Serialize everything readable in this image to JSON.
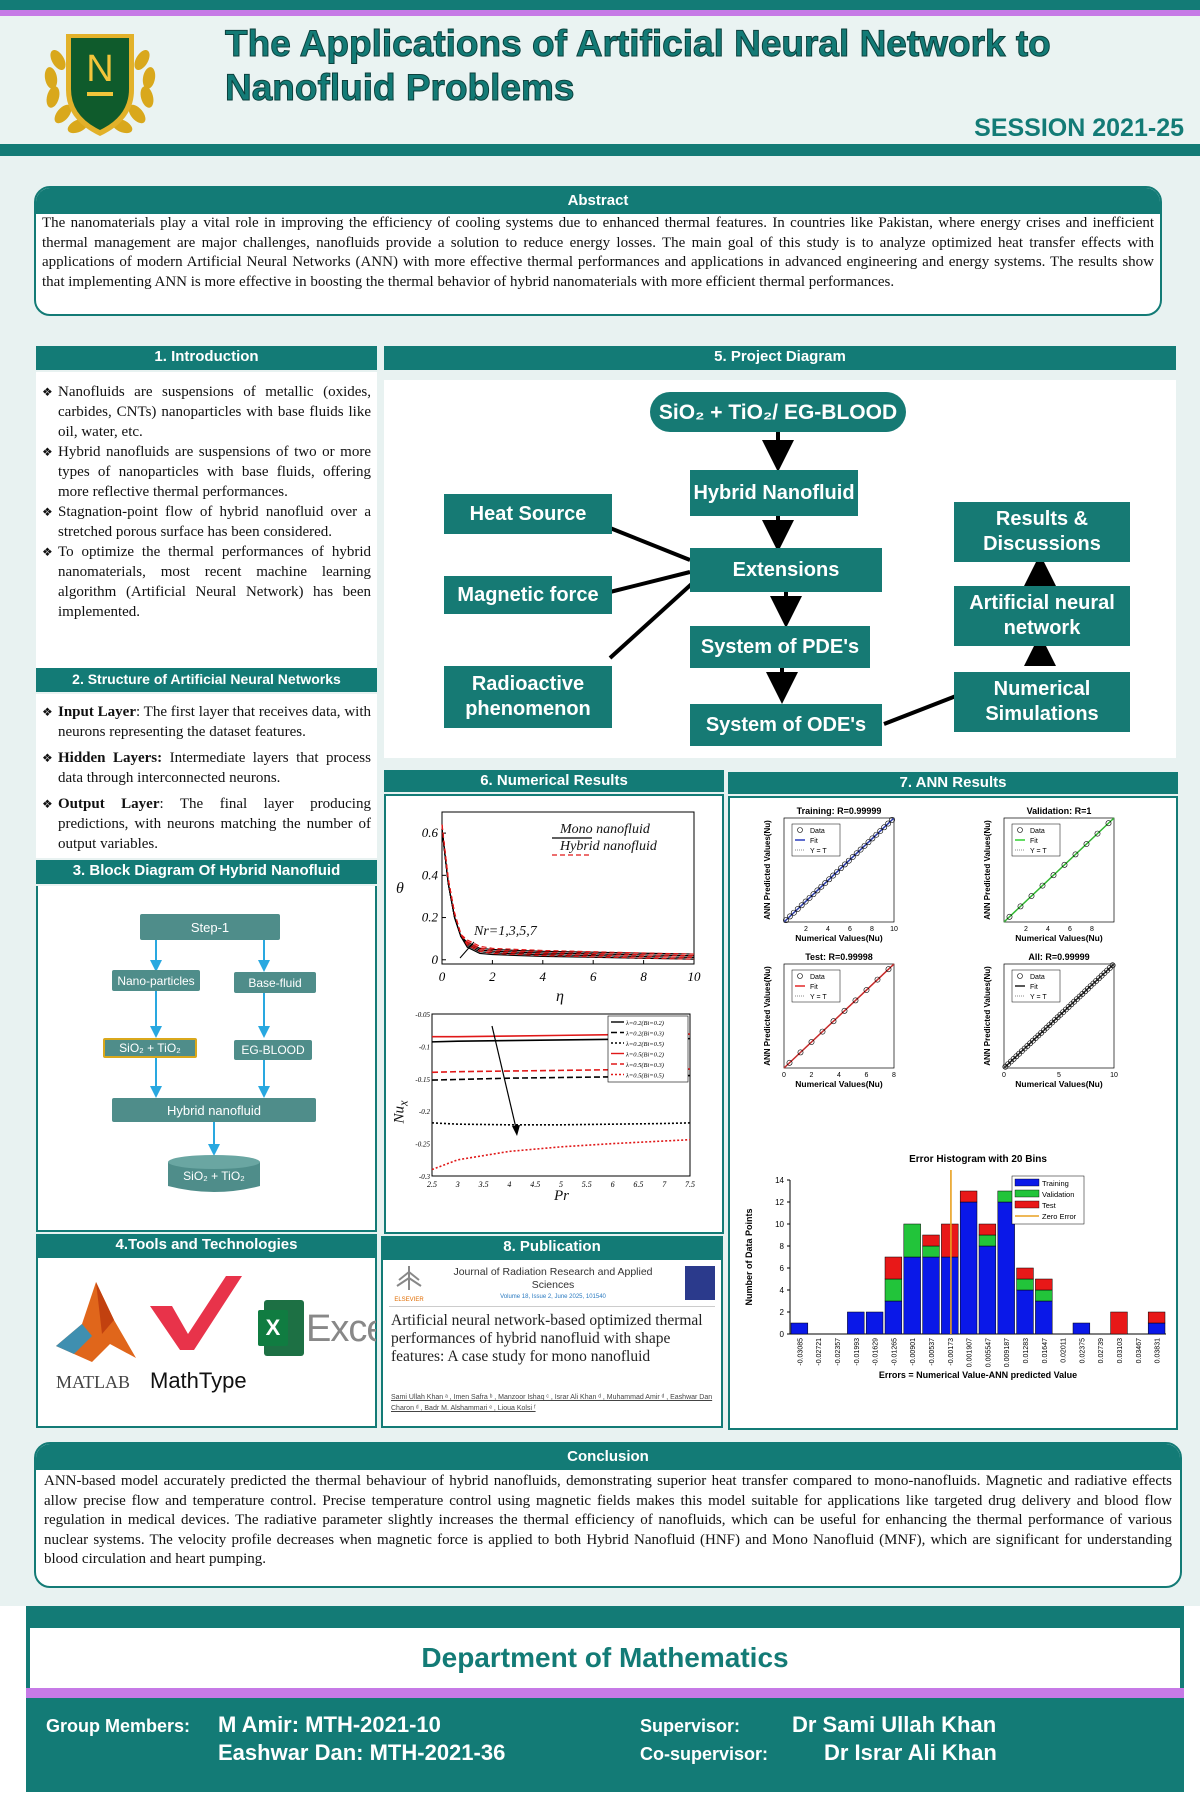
{
  "header": {
    "logo_letter": "N",
    "title_line1": "The Applications of Artificial Neural Network to",
    "title_line2": "Nanofluid Problems",
    "session": "SESSION 2021-25"
  },
  "abstract": {
    "heading": "Abstract",
    "text": "The nanomaterials play a vital role in improving the efficiency of cooling systems due to enhanced thermal features. In countries like Pakistan, where energy crises and inefficient thermal management are major challenges, nanofluids provide a solution to reduce energy losses. The main goal of this study is to analyze optimized heat transfer effects with applications of modern Artificial Neural Networks (ANN) with more effective thermal performances and applications in advanced engineering and energy systems. The results show that implementing ANN is more effective in boosting the thermal behavior of hybrid nanomaterials with more efficient thermal performances."
  },
  "introduction": {
    "heading": "1. Introduction",
    "bullets": [
      "Nanofluids are suspensions of metallic (oxides, carbides, CNTs) nanoparticles with base fluids like oil, water, etc.",
      "Hybrid nanofluids are suspensions of two or more types of nanoparticles with base fluids, offering more reflective thermal performances.",
      "Stagnation-point flow of hybrid nanofluid over a stretched porous surface has been considered.",
      "To optimize the thermal performances of hybrid nanomaterials, most recent machine learning algorithm (Artificial Neural Network) has been implemented."
    ]
  },
  "structure": {
    "heading": "2. Structure of Artificial Neural Networks",
    "items": [
      {
        "term": "Input Layer",
        "desc": ": The first layer that receives data, with neurons representing the dataset features."
      },
      {
        "term": "Hidden Layers:",
        "desc": " Intermediate layers that process data through interconnected neurons."
      },
      {
        "term": "Output Layer",
        "desc": ": The final layer producing predictions, with neurons matching the number of output variables."
      }
    ]
  },
  "block_diagram": {
    "heading": "3. Block Diagram Of Hybrid Nanofluid",
    "step": "Step-1",
    "nano": "Nano-particles",
    "base": "Base-fluid",
    "sio2": "SiO₂ + TiO₂",
    "eg": "EG-BLOOD",
    "hybrid": "Hybrid nanofluid",
    "bottom": "SiO₂ + TiO₂"
  },
  "tools": {
    "heading": "4.Tools and Technologies",
    "matlab": "MATLAB",
    "mathtype": "MathType",
    "excel": "Excel",
    "excel_letter": "X"
  },
  "project_diagram": {
    "heading": "5. Project Diagram",
    "top": "SiO₂ + TiO₂/ EG-BLOOD",
    "hybrid": "Hybrid Nanofluid",
    "extensions": "Extensions",
    "pdes": "System of PDE's",
    "odes": "System of ODE's",
    "heat": "Heat Source",
    "magnetic": "Magnetic force",
    "radio1": "Radioactive",
    "radio2": "phenomenon",
    "results1": "Results &",
    "results2": "Discussions",
    "ann1": "Artificial neural",
    "ann2": "network",
    "num1": "Numerical",
    "num2": "Simulations"
  },
  "numerical_results": {
    "heading": "6. Numerical Results",
    "plot1": {
      "legend_mono": "Mono nanofluid",
      "legend_hybrid": "Hybrid nanofluid",
      "annotation": "Nr=1,3,5,7",
      "ylabel": "θ",
      "xlabel": "η",
      "xticks": [
        "0",
        "2",
        "4",
        "6",
        "8",
        "10"
      ],
      "yticks": [
        "0",
        "0.2",
        "0.4",
        "0.6"
      ]
    },
    "plot2": {
      "ylabel": "Nu",
      "ysub": "x",
      "xlabel": "Pr",
      "xticks": [
        "2.5",
        "3",
        "3.5",
        "4",
        "4.5",
        "5",
        "5.5",
        "6",
        "6.5",
        "7",
        "7.5"
      ],
      "yticks": [
        "-0.05",
        "-0.1",
        "-0.15",
        "-0.2",
        "-0.25",
        "-0.3"
      ],
      "legend": [
        "λ=0.2(Bi=0.2)",
        "λ=0.2(Bi=0.3)",
        "λ=0.2(Bi=0.5)",
        "λ=0.5(Bi=0.2)",
        "λ=0.5(Bi=0.3)",
        "λ=0.5(Bi=0.5)"
      ]
    }
  },
  "ann_results": {
    "heading": "7. ANN Results",
    "panels": [
      {
        "title": "Training: R=0.99999",
        "ylabel": "ANN Predicted Values(Nu)",
        "xlabel": "Numerical Values(Nu)",
        "legend": [
          "Data",
          "Fit",
          "Y = T"
        ],
        "color": "#1a2fb8",
        "xticks": [
          "2",
          "4",
          "6",
          "8",
          "10"
        ]
      },
      {
        "title": "Validation: R=1",
        "ylabel": "ANN Predicted Values(Nu)",
        "xlabel": "Numerical Values(Nu)",
        "legend": [
          "Data",
          "Fit",
          "Y = T"
        ],
        "color": "#22cc22",
        "xticks": [
          "2",
          "4",
          "6",
          "8"
        ]
      },
      {
        "title": "Test: R=0.99998",
        "ylabel": "ANN Predicted Values(Nu)",
        "xlabel": "Numerical Values(Nu)",
        "legend": [
          "Data",
          "Fit",
          "Y = T"
        ],
        "color": "#e01818",
        "xticks": [
          "0",
          "2",
          "4",
          "6",
          "8"
        ]
      },
      {
        "title": "All: R=0.99999",
        "ylabel": "ANN Predicted Values(Nu)",
        "xlabel": "Numerical Values(Nu)",
        "legend": [
          "Data",
          "Fit",
          "Y = T"
        ],
        "color": "#111111",
        "xticks": [
          "0",
          "5",
          "10"
        ]
      }
    ],
    "histogram": {
      "title": "Error Histogram with 20 Bins",
      "ylabel": "Number of Data Points",
      "xlabel": "Errors = Numerical Value-ANN predicted Value",
      "legend": [
        "Training",
        "Validation",
        "Test",
        "Zero Error"
      ],
      "yticks": [
        "0",
        "2",
        "4",
        "6",
        "8",
        "10",
        "12",
        "14"
      ]
    }
  },
  "publication": {
    "heading": "8. Publication",
    "journal": "Journal of Radiation Research and Applied Sciences",
    "volume": "Volume 18, Issue 2, June 2025, 101540",
    "elsevier": "ELSEVIER",
    "title": "Artificial neural network-based optimized thermal performances of hybrid nanofluid with shape features: A case study for mono nanofluid",
    "authors": "Sami Ullah Khan ᵃ , Imen Safra ᵇ , Manzoor Ishaq ᶜ , Israr Ali Khan ᵈ , Muhammad Amir ᵈ , Eashwar Dan Charon ᵈ , Badr M. Alshammari ᵉ , Lioua Kolsi ᶠ"
  },
  "conclusion": {
    "heading": "Conclusion",
    "text": "ANN-based model accurately predicted the thermal behaviour of hybrid nanofluids, demonstrating superior heat transfer compared to mono-nanofluids. Magnetic and radiative effects allow precise flow and temperature control. Precise temperature control using magnetic fields makes this model suitable for applications like targeted drug delivery and blood flow regulation in medical devices. The radiative parameter slightly increases the thermal efficiency of nanofluids, which can be useful for enhancing the thermal performance of various nuclear systems. The velocity profile decreases when magnetic force is applied to both Hybrid Nanofluid (HNF) and Mono Nanofluid (MNF), which are significant for understanding blood circulation and heart pumping."
  },
  "footer": {
    "department": "Department of Mathematics",
    "group_label": "Group Members:",
    "member1": "M Amir: MTH-2021-10",
    "member2": "Eashwar Dan: MTH-2021-36",
    "supervisor_label": "Supervisor:",
    "supervisor": "Dr Sami Ullah Khan",
    "cosupervisor_label": "Co-supervisor:",
    "cosupervisor": "Dr Israr Ali Khan"
  },
  "chart_data": [
    {
      "type": "line",
      "title": "",
      "xlabel": "η",
      "ylabel": "θ",
      "xlim": [
        0,
        10
      ],
      "ylim": [
        -0.02,
        0.7
      ],
      "series": [
        {
          "name": "Mono nanofluid",
          "x": [
            0,
            0.25,
            0.5,
            0.75,
            1,
            1.5,
            2,
            3,
            4,
            6,
            8,
            10
          ],
          "y": [
            0.62,
            0.36,
            0.2,
            0.11,
            0.06,
            0.03,
            0.025,
            0.02,
            0.016,
            0.012,
            0.007,
            0.003
          ]
        },
        {
          "name": "Hybrid nanofluid",
          "x": [
            0,
            0.25,
            0.5,
            0.75,
            1,
            1.5,
            2,
            3,
            4,
            6,
            8,
            10
          ],
          "y": [
            0.64,
            0.38,
            0.22,
            0.12,
            0.07,
            0.04,
            0.03,
            0.025,
            0.02,
            0.014,
            0.008,
            0.003
          ]
        }
      ],
      "annotation": "Nr=1,3,5,7"
    },
    {
      "type": "line",
      "title": "",
      "xlabel": "Pr",
      "ylabel": "Nu x",
      "xlim": [
        2.5,
        7.5
      ],
      "ylim": [
        -0.3,
        -0.05
      ],
      "series": [
        {
          "name": "λ=0.2(Bi=0.2)",
          "x": [
            2.5,
            3,
            4,
            5,
            6,
            7,
            7.5
          ],
          "y": [
            -0.093,
            -0.092,
            -0.091,
            -0.09,
            -0.089,
            -0.0885,
            -0.088
          ]
        },
        {
          "name": "λ=0.2(Bi=0.3)",
          "x": [
            2.5,
            3,
            4,
            5,
            6,
            7,
            7.5
          ],
          "y": [
            -0.152,
            -0.151,
            -0.149,
            -0.148,
            -0.147,
            -0.146,
            -0.145
          ]
        },
        {
          "name": "λ=0.2(Bi=0.5)",
          "x": [
            2.5,
            3,
            4,
            5,
            6,
            7,
            7.5
          ],
          "y": [
            -0.218,
            -0.22,
            -0.221,
            -0.221,
            -0.22,
            -0.219,
            -0.218
          ]
        },
        {
          "name": "λ=0.5(Bi=0.2)",
          "x": [
            2.5,
            3,
            4,
            5,
            6,
            7,
            7.5
          ],
          "y": [
            -0.085,
            -0.085,
            -0.084,
            -0.083,
            -0.082,
            -0.082,
            -0.081
          ]
        },
        {
          "name": "λ=0.5(Bi=0.3)",
          "x": [
            2.5,
            3,
            4,
            5,
            6,
            7,
            7.5
          ],
          "y": [
            -0.14,
            -0.139,
            -0.138,
            -0.137,
            -0.136,
            -0.135,
            -0.135
          ]
        },
        {
          "name": "λ=0.5(Bi=0.5)",
          "x": [
            2.5,
            3,
            4,
            5,
            6,
            7,
            7.5
          ],
          "y": [
            -0.29,
            -0.275,
            -0.262,
            -0.255,
            -0.25,
            -0.246,
            -0.244
          ]
        }
      ]
    },
    {
      "type": "bar",
      "title": "Error Histogram with 20 Bins",
      "xlabel": "Errors = Numerical Value-ANN predicted Value",
      "ylabel": "Number of Data Points",
      "ylim": [
        0,
        14
      ],
      "categories": [
        "-0.03085",
        "-0.02721",
        "-0.02357",
        "-0.01993",
        "-0.01629",
        "-0.01265",
        "-0.00901",
        "-0.00537",
        "-0.00173",
        "0.001907",
        "0.005547",
        "0.009187",
        "0.01283",
        "0.01647",
        "0.02011",
        "0.02375",
        "0.02739",
        "0.03103",
        "0.03467",
        "0.03831"
      ],
      "series": [
        {
          "name": "Training",
          "values": [
            1,
            0,
            0,
            2,
            2,
            3,
            7,
            7,
            7,
            12,
            8,
            12,
            4,
            3,
            0,
            1,
            0,
            0,
            0,
            1
          ]
        },
        {
          "name": "Validation",
          "values": [
            0,
            0,
            0,
            0,
            0,
            2,
            3,
            1,
            0,
            0,
            1,
            1,
            1,
            1,
            0,
            0,
            0,
            0,
            0,
            0
          ]
        },
        {
          "name": "Test",
          "values": [
            0,
            0,
            0,
            0,
            0,
            2,
            0,
            1,
            3,
            1,
            1,
            0,
            1,
            1,
            0,
            0,
            0,
            2,
            0,
            1
          ]
        }
      ],
      "zero_error_line": 0
    }
  ],
  "colors": {
    "teal": "#137b76",
    "purple": "#c67ae6",
    "bg": "#e8f2f1"
  }
}
